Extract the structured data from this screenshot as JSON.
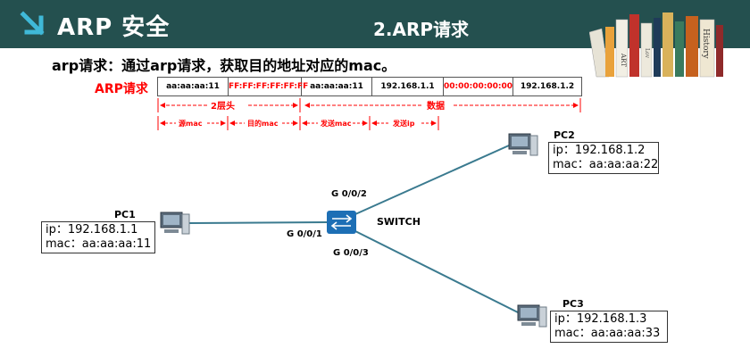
{
  "header": {
    "title": "ARP 安全",
    "section": "2.ARP请求"
  },
  "subtitle": "arp请求：通过arp请求，获取目的地址对应的mac。",
  "packet": {
    "label": "ARP请求",
    "fields": [
      {
        "text": "aa:aa:aa:11",
        "color": "black"
      },
      {
        "text": "FF:FF:FF:FF:FF:FF",
        "color": "red"
      },
      {
        "text": "aa:aa:aa:11",
        "color": "black"
      },
      {
        "text": "192.168.1.1",
        "color": "black"
      },
      {
        "text": "00:00:00:00:00",
        "color": "red"
      },
      {
        "text": "192.168.1.2",
        "color": "black"
      }
    ],
    "layer2_label": "2层头",
    "data_label": "数据",
    "sub_labels": [
      "源mac",
      "目的mac",
      "发送mac",
      "发送ip"
    ]
  },
  "network": {
    "switch_label": "SWITCH",
    "ports": {
      "g001": "G 0/0/1",
      "g002": "G 0/0/2",
      "g003": "G 0/0/3"
    },
    "pcs": [
      {
        "name": "PC1",
        "ip": "ip：192.168.1.1",
        "mac": "mac：aa:aa:aa:11"
      },
      {
        "name": "PC2",
        "ip": "ip：192.168.1.2",
        "mac": "mac：aa:aa:aa:22"
      },
      {
        "name": "PC3",
        "ip": "ip：192.168.1.3",
        "mac": "mac：aa:aa:aa:33"
      }
    ]
  },
  "books": {
    "spine_texts": [
      "ART",
      "History",
      "Lov"
    ]
  },
  "colors": {
    "banner": "#24504f",
    "accent_arrow": "#3fb9d8",
    "highlight": "#ff0000",
    "switch": "#1d6fb5"
  }
}
